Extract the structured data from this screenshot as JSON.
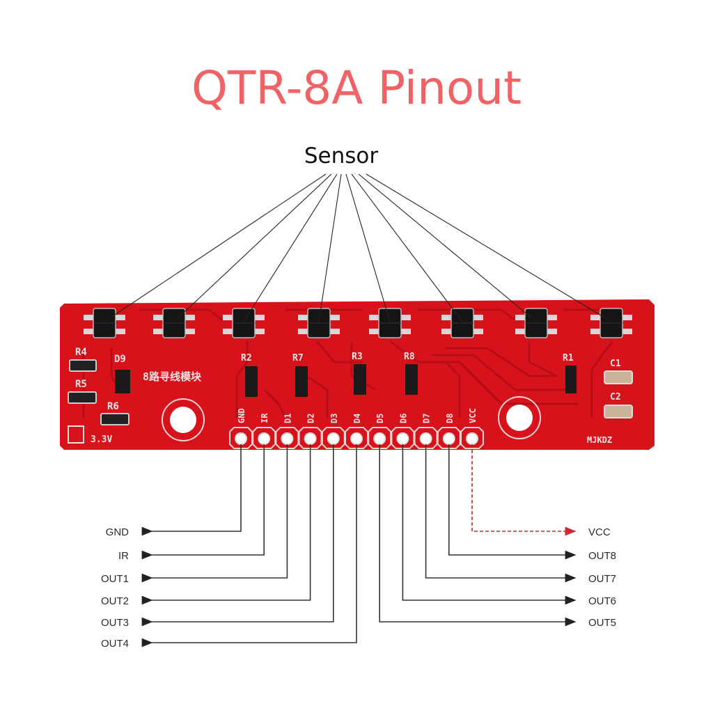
{
  "title": "QTR-8A Pinout",
  "sensor_label": "Sensor",
  "colors": {
    "title": "#f06266",
    "board": "#d8121b",
    "board_dark": "#b50d14",
    "silkscreen": "#f3e4e4",
    "vcc_line": "#c0262b",
    "line": "#333333"
  },
  "board": {
    "module_text": "8路寻线模块",
    "voltage": "3.3V",
    "brand": "MJKDZ",
    "components": [
      "R4",
      "R5",
      "R6",
      "D9",
      "R2",
      "R7",
      "R3",
      "R8",
      "R1",
      "C1",
      "C2"
    ],
    "header_pins": [
      "GND",
      "IR",
      "D1",
      "D2",
      "D3",
      "D4",
      "D5",
      "D6",
      "D7",
      "D8",
      "VCC"
    ],
    "sensor_count": 8
  },
  "left_outputs": [
    "GND",
    "IR",
    "OUT1",
    "OUT2",
    "OUT3",
    "OUT4"
  ],
  "right_outputs": [
    "VCC",
    "OUT8",
    "OUT7",
    "OUT6",
    "OUT5"
  ]
}
